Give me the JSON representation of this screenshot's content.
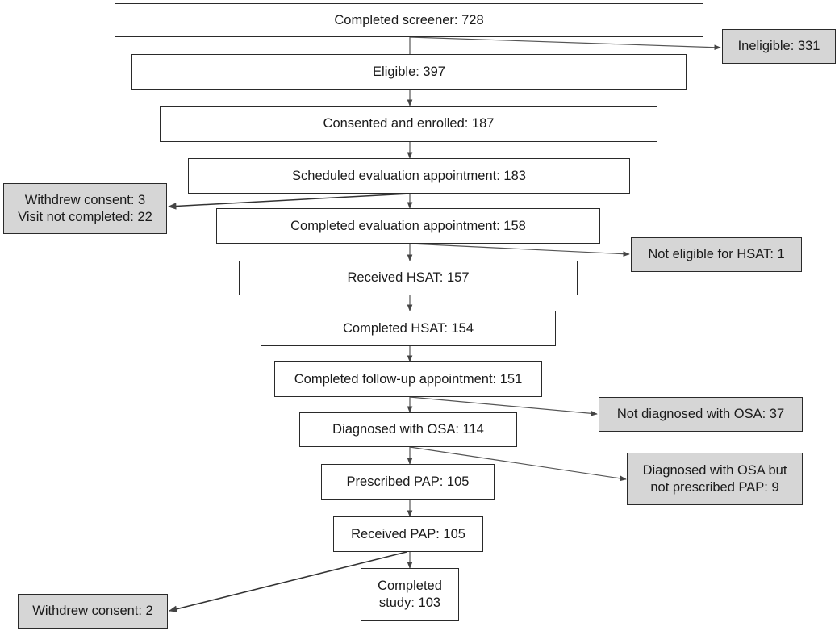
{
  "flow": {
    "main": [
      {
        "id": "screener",
        "label": "Completed screener: 728"
      },
      {
        "id": "eligible",
        "label": "Eligible: 397"
      },
      {
        "id": "consented",
        "label": "Consented and enrolled: 187"
      },
      {
        "id": "scheduled",
        "label": "Scheduled evaluation appointment: 183"
      },
      {
        "id": "completed_eval",
        "label": "Completed evaluation appointment: 158"
      },
      {
        "id": "received_hsat",
        "label": "Received HSAT: 157"
      },
      {
        "id": "completed_hsat",
        "label": "Completed HSAT: 154"
      },
      {
        "id": "followup",
        "label": "Completed follow-up appointment: 151"
      },
      {
        "id": "diagnosed",
        "label": "Diagnosed with OSA: 114"
      },
      {
        "id": "prescribed",
        "label": "Prescribed PAP: 105"
      },
      {
        "id": "received_pap",
        "label": "Received  PAP: 105"
      },
      {
        "id": "completed_study",
        "label_line1": "Completed",
        "label_line2": "study: 103"
      }
    ],
    "exclusions": [
      {
        "id": "ineligible",
        "label": "Ineligible: 331"
      },
      {
        "id": "withdrew1",
        "label_line1": "Withdrew consent: 3",
        "label_line2": "Visit not completed: 22"
      },
      {
        "id": "not_eligible_hsat",
        "label": "Not eligible for HSAT: 1"
      },
      {
        "id": "not_diagnosed",
        "label": "Not diagnosed with OSA: 37"
      },
      {
        "id": "not_prescribed",
        "label_line1": "Diagnosed with OSA but",
        "label_line2": "not prescribed PAP: 9"
      },
      {
        "id": "withdrew2",
        "label": "Withdrew consent: 2"
      }
    ]
  },
  "colors": {
    "border": "#2a2a2a",
    "exclusion_fill": "#d6d6d6",
    "main_fill": "#ffffff",
    "arrow": "#555555"
  }
}
